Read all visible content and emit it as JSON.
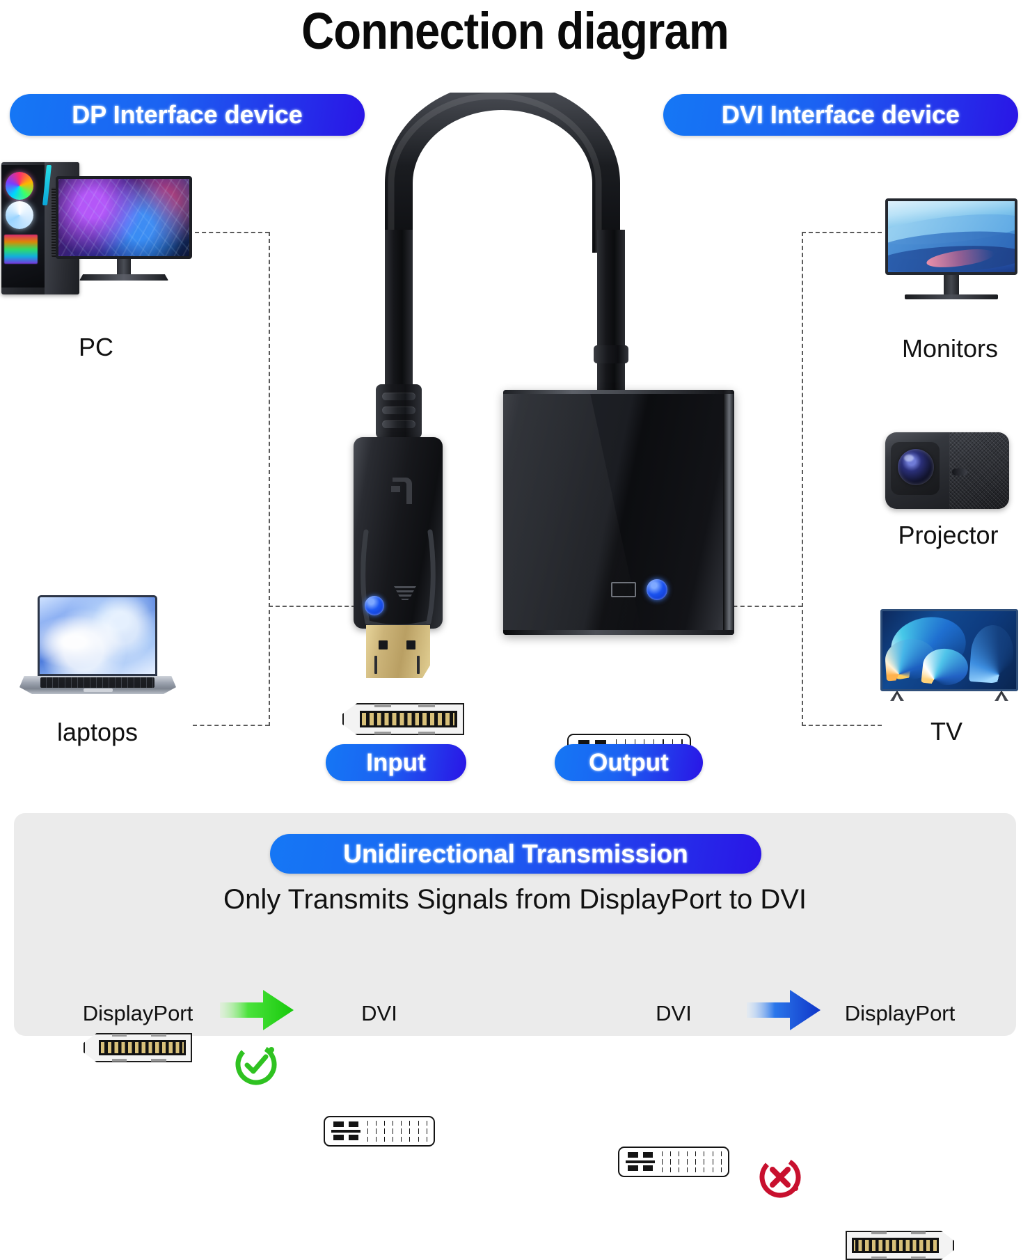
{
  "title": "Connection diagram",
  "badges": {
    "dp_device": "DP Interface device",
    "dvi_device": "DVI Interface device",
    "input": "Input",
    "output": "Output",
    "unidirectional": "Unidirectional Transmission"
  },
  "left_devices": [
    {
      "label": "PC",
      "icon": "desktop-computer-icon"
    },
    {
      "label": "laptops",
      "icon": "laptop-icon"
    }
  ],
  "right_devices": [
    {
      "label": "Monitors",
      "icon": "monitor-icon"
    },
    {
      "label": "Projector",
      "icon": "projector-icon"
    },
    {
      "label": "TV",
      "icon": "television-icon"
    }
  ],
  "ports": {
    "input_port": "displayport-icon",
    "output_port": "dvi-icon"
  },
  "adapter": {
    "input_connector": "displayport-male-connector",
    "output_connector": "dvi-female-port",
    "led": "blue-led-indicator",
    "logo": "displayport-logo"
  },
  "bottom_panel": {
    "subtitle": "Only Transmits Signals from DisplayPort to DVI",
    "flows": [
      {
        "from": "DisplayPort",
        "to": "DVI",
        "from_icon": "displayport-icon",
        "to_icon": "dvi-icon",
        "status": "allowed",
        "status_icon": "check-circle-icon",
        "arrow_icon": "arrow-right-icon",
        "status_color": "#2fc221",
        "arrow_color": "#35e02b"
      },
      {
        "from": "DVI",
        "to": "DisplayPort",
        "from_icon": "dvi-icon",
        "to_icon": "displayport-icon",
        "status": "not-allowed",
        "status_icon": "x-circle-icon",
        "arrow_icon": "arrow-right-icon",
        "status_color": "#c8102e",
        "arrow_color": "#1a4fe0"
      }
    ]
  },
  "colors": {
    "pill_gradient_start": "#1577f5",
    "pill_gradient_end": "#2a15e6",
    "panel_background": "#ebebeb",
    "page_background": "#ffffff",
    "dashed_line": "#5a5a5a",
    "led_blue": "#1a55f0",
    "check_green": "#2fc221",
    "x_red": "#c8102e"
  }
}
